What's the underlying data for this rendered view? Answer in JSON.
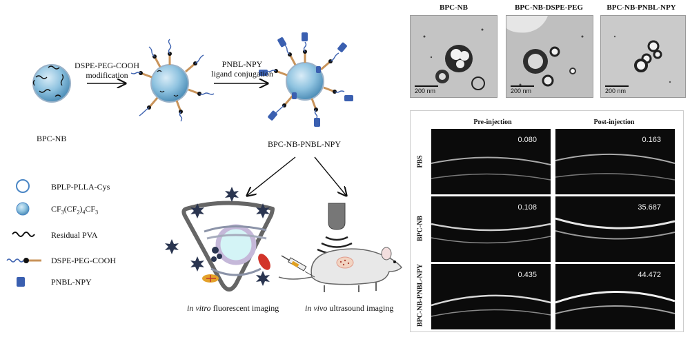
{
  "schematic": {
    "step1_label_line1": "DSPE-PEG-COOH",
    "step1_label_line2": "modification",
    "step2_label_line1": "PNBL-NPY",
    "step2_label_line2": "ligand conjugation",
    "bpc_nb_label": "BPC-NB",
    "bpc_nb_pnbl_npy_label": "BPC-NB-PNBL-NPY",
    "in_vitro_italic": "in vitro",
    "in_vitro_rest": " fluorescent imaging",
    "in_vivo_italic": "in vivo",
    "in_vivo_rest": " ultrasound imaging"
  },
  "legend": {
    "items": [
      {
        "label": "BPLP-PLLA-Cys",
        "icon": "hollow-circle-icon"
      },
      {
        "label_main": "CF",
        "label_parts": [
          "3",
          "(CF",
          "2",
          ")",
          "4",
          "CF",
          "3"
        ],
        "icon": "blue-sphere-icon"
      },
      {
        "label": "Residual PVA",
        "icon": "black-squiggle-icon"
      },
      {
        "label": "DSPE-PEG-COOH",
        "icon": "peg-chain-icon"
      },
      {
        "label": "PNBL-NPY",
        "icon": "ligand-icon"
      }
    ]
  },
  "tem": {
    "panels": [
      {
        "title": "BPC-NB",
        "scale": "200  nm"
      },
      {
        "title": "BPC-NB-DSPE-PEG",
        "scale": "200  nm"
      },
      {
        "title": "BPC-NB-PNBL-NPY",
        "scale": "200  nm"
      }
    ]
  },
  "ultrasound": {
    "col_headers": [
      "Pre-injection",
      "Post-injection"
    ],
    "rows": [
      {
        "label": "PBS",
        "pre": "0.080",
        "post": "0.163"
      },
      {
        "label": "BPC-NB",
        "pre": "0.108",
        "post": "35.687"
      },
      {
        "label": "BPC-NB-PNBL-NPY",
        "pre": "0.435",
        "post": "44.472"
      }
    ]
  },
  "colors": {
    "sphere": "#8fc3e0",
    "peg_blue": "#3d62b0",
    "peg_tan": "#c8935a",
    "ligand": "#3a5fb0",
    "triangle": "#666666"
  }
}
